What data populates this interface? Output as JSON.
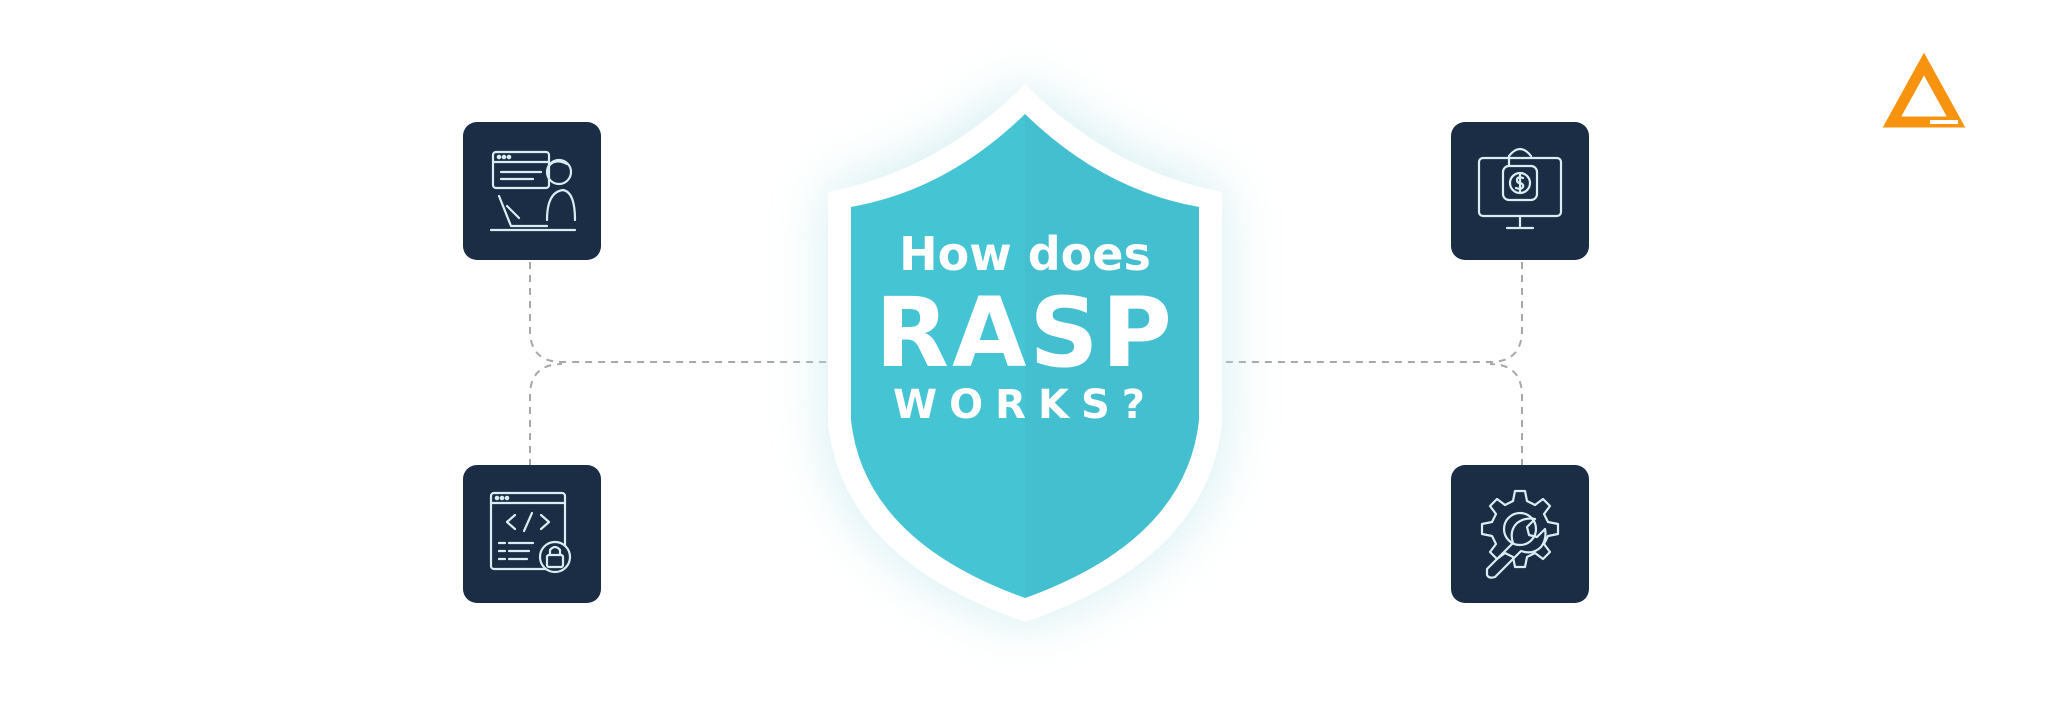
{
  "title": {
    "line1": "How does",
    "line2": "RASP",
    "line3": "WORKS?"
  },
  "colors": {
    "background": "#ffffff",
    "shield_fill": "#45c4d4",
    "shield_border": "#ffffff",
    "shield_glow": "#bfe6ec",
    "tile_bg": "#1b2d45",
    "icon_stroke": "#d9eef2",
    "connector": "#a8a8a8",
    "logo": "#f7930e"
  },
  "icons": [
    {
      "position": "top-left",
      "name": "developer-at-computer-icon"
    },
    {
      "position": "bottom-left",
      "name": "secure-code-window-icon"
    },
    {
      "position": "top-right",
      "name": "unlocked-payment-monitor-icon"
    },
    {
      "position": "bottom-right",
      "name": "wrench-gear-icon"
    }
  ],
  "logo": {
    "name": "triangle-logo-icon"
  }
}
